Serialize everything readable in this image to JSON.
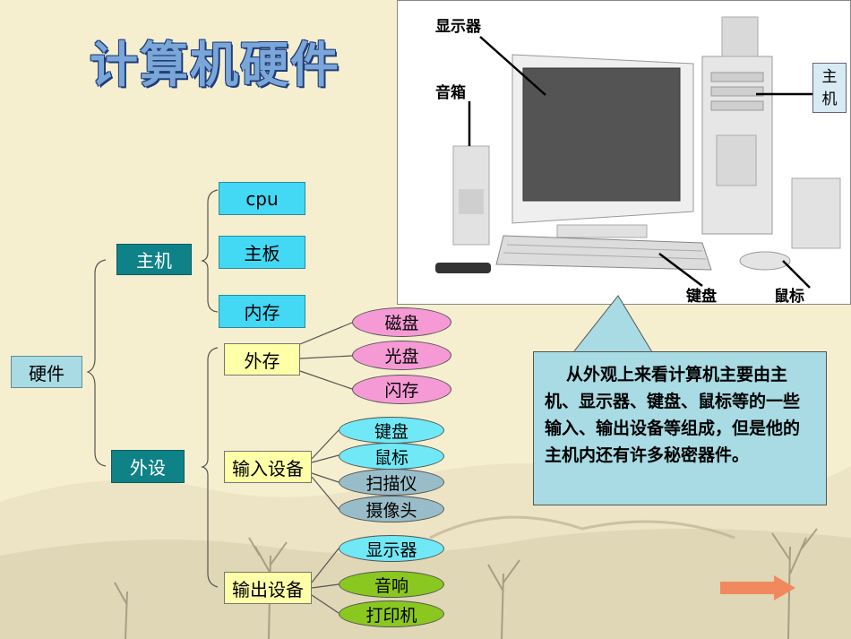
{
  "title": "计算机硬件",
  "tree": {
    "root": "硬件",
    "host": "主机",
    "cpu": "cpu",
    "board": "主板",
    "memory": "内存",
    "peripheral": "外设",
    "storage": "外存",
    "disk": "磁盘",
    "optical": "光盘",
    "flash": "闪存",
    "input": "输入设备",
    "keyboard": "键盘",
    "mouse": "鼠标",
    "scanner": "扫描仪",
    "camera": "摄像头",
    "output": "输出设备",
    "display": "显示器",
    "speaker": "音响",
    "printer": "打印机"
  },
  "photo_labels": {
    "monitor": "显示器",
    "speaker": "音箱",
    "host_line1": "主",
    "host_line2": "机",
    "keyboard": "键盘",
    "mouse": "鼠标"
  },
  "callout": {
    "text": "从外观上来看计算机主要由主机、显示器、键盘、鼠标等的一些输入、输出设备等组成，但是他的主机内还有许多秘密器件。"
  },
  "colors": {
    "background": "#f6efcf",
    "cyan_box": "#43d8f4",
    "teal_box": "#0f8288",
    "pink_ellipse": "#f59ad5",
    "green_ellipse": "#8ac71f",
    "arrow": "#f08a5e"
  },
  "icons": {
    "next": "arrow-right-icon"
  }
}
